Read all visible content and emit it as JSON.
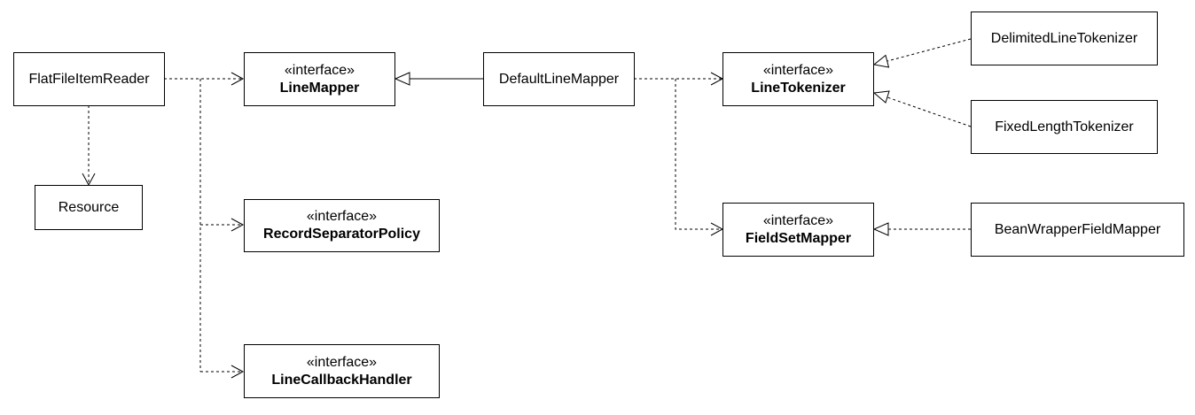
{
  "stereotype": "«interface»",
  "classes": {
    "flat_file_item_reader": "FlatFileItemReader",
    "resource": "Resource",
    "line_mapper": "LineMapper",
    "record_separator_policy": "RecordSeparatorPolicy",
    "line_callback_handler": "LineCallbackHandler",
    "default_line_mapper": "DefaultLineMapper",
    "line_tokenizer": "LineTokenizer",
    "field_set_mapper": "FieldSetMapper",
    "delimited_line_tokenizer": "DelimitedLineTokenizer",
    "fixed_length_tokenizer": "FixedLengthTokenizer",
    "bean_wrapper_field_mapper": "BeanWrapperFieldMapper"
  },
  "relations": [
    {
      "from": "FlatFileItemReader",
      "to": "LineMapper",
      "kind": "dependency"
    },
    {
      "from": "FlatFileItemReader",
      "to": "RecordSeparatorPolicy",
      "kind": "dependency"
    },
    {
      "from": "FlatFileItemReader",
      "to": "LineCallbackHandler",
      "kind": "dependency"
    },
    {
      "from": "FlatFileItemReader",
      "to": "Resource",
      "kind": "dependency"
    },
    {
      "from": "DefaultLineMapper",
      "to": "LineMapper",
      "kind": "realization"
    },
    {
      "from": "DefaultLineMapper",
      "to": "LineTokenizer",
      "kind": "dependency"
    },
    {
      "from": "DefaultLineMapper",
      "to": "FieldSetMapper",
      "kind": "dependency"
    },
    {
      "from": "DelimitedLineTokenizer",
      "to": "LineTokenizer",
      "kind": "realization"
    },
    {
      "from": "FixedLengthTokenizer",
      "to": "LineTokenizer",
      "kind": "realization"
    },
    {
      "from": "BeanWrapperFieldMapper",
      "to": "FieldSetMapper",
      "kind": "realization"
    }
  ]
}
